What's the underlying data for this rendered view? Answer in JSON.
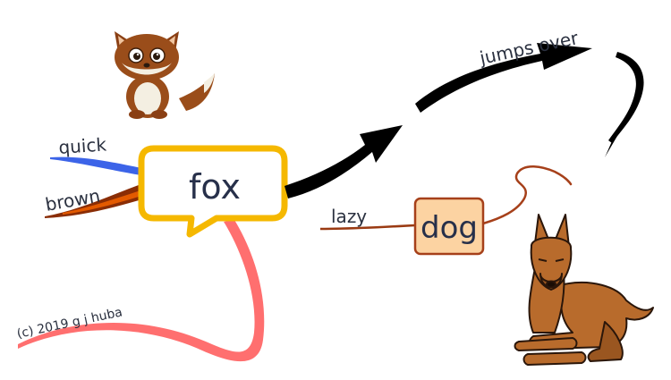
{
  "nodes": {
    "fox": "fox",
    "dog": "dog"
  },
  "branches": {
    "quick": "quick",
    "brown": "brown",
    "lazy": "lazy",
    "jumps_over": "jumps over"
  },
  "copyright": "(c) 2019 g j huba",
  "images": {
    "fox": "cartoon-fox-icon",
    "dog": "cartoon-dog-icon"
  },
  "colors": {
    "fox_border": "#f5b800",
    "dog_fill": "#fcd3a2",
    "dog_border": "#a6401a",
    "quick_branch": "#3c64e8",
    "brown_branch": "#8a2d05",
    "copyright_branch": "#ff6f6f",
    "arrow": "#000000",
    "lazy_branch": "#9a3a12"
  }
}
